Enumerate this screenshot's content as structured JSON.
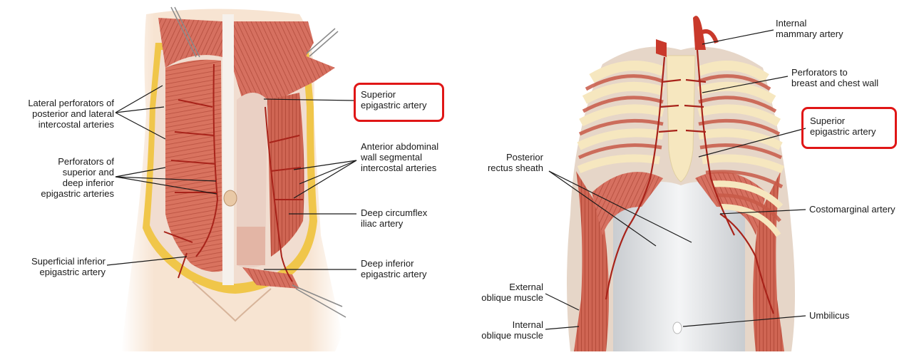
{
  "left_figure": {
    "labels": {
      "lateral_perforators": "Lateral perforators of\nposterior and lateral\nintercostal arteries",
      "perforators_superior_deep": "Perforators of\nsuperior and\ndeep inferior\nepigastric arteries",
      "superficial_inferior_epigastric": "Superficial inferior\nepigastric artery",
      "superior_epigastric": "Superior\nepigastric artery",
      "anterior_abdominal_wall": "Anterior abdominal\nwall segmental\nintercostal arteries",
      "deep_circumflex_iliac": "Deep circumflex\niliac artery",
      "deep_inferior_epigastric": "Deep inferior\nepigastric artery"
    }
  },
  "right_figure": {
    "labels": {
      "internal_mammary": "Internal\nmammary artery",
      "perforators_breast": "Perforators to\nbreast and chest wall",
      "superior_epigastric": "Superior\nepigastric artery",
      "posterior_rectus_sheath": "Posterior\nrectus sheath",
      "costomarginal": "Costomarginal artery",
      "external_oblique": "External\noblique muscle",
      "internal_oblique": "Internal\noblique muscle",
      "umbilicus": "Umbilicus"
    }
  },
  "colors": {
    "muscle": "#d9735f",
    "muscle_dark": "#b84a3a",
    "artery": "#a8231a",
    "skin": "#f6e2cf",
    "fat": "#f0c64a",
    "bone": "#f6e7bf",
    "fascia": "#e8ebee",
    "highlight": "#e01616"
  }
}
